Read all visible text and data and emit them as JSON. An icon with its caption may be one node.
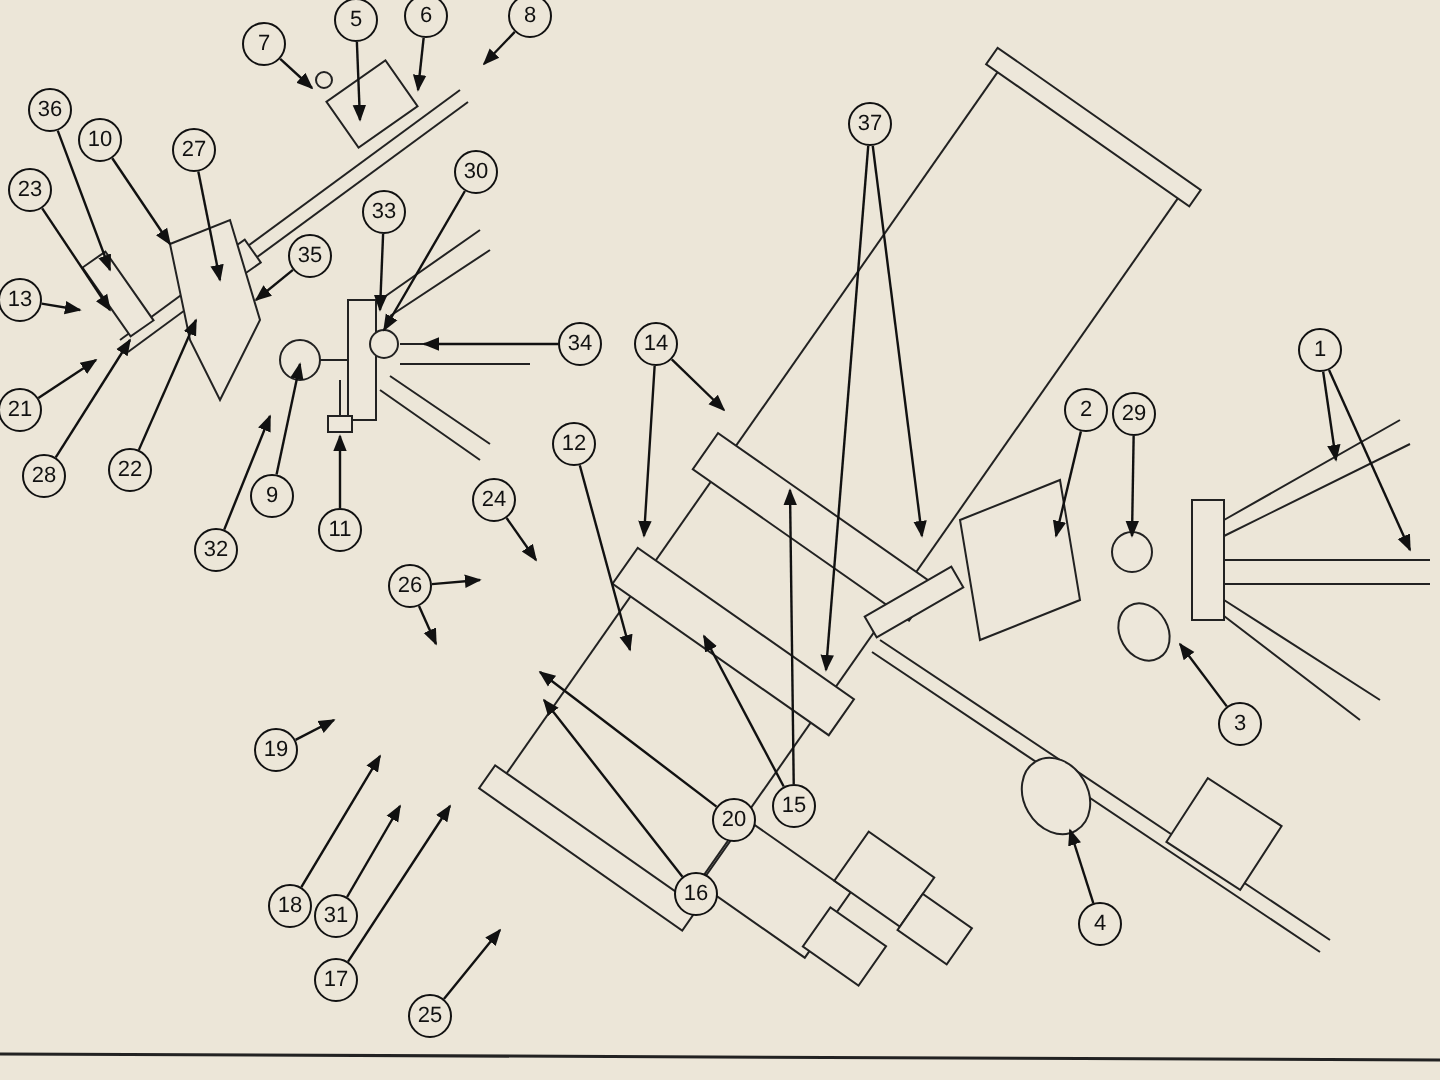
{
  "diagram": {
    "nodes": [
      {
        "text": [
          "7"
        ]
      },
      {
        "text": [
          "5"
        ]
      },
      {
        "text": [
          "6"
        ]
      },
      {
        "text": [
          "8"
        ]
      },
      {
        "text": [
          "36"
        ]
      },
      {
        "text": [
          "10"
        ]
      },
      {
        "text": [
          "27"
        ]
      },
      {
        "text": [
          "23"
        ]
      },
      {
        "text": [
          "35"
        ]
      },
      {
        "text": [
          "33"
        ]
      },
      {
        "text": [
          "30"
        ]
      },
      {
        "text": [
          "13"
        ]
      },
      {
        "text": [
          "21"
        ]
      },
      {
        "text": [
          "28"
        ]
      },
      {
        "text": [
          "22"
        ]
      },
      {
        "text": [
          "34"
        ]
      },
      {
        "text": [
          "9"
        ]
      },
      {
        "text": [
          "11"
        ]
      },
      {
        "text": [
          "32"
        ]
      },
      {
        "text": [
          "14"
        ]
      },
      {
        "text": [
          "12"
        ]
      },
      {
        "text": [
          "24"
        ]
      },
      {
        "text": [
          "26"
        ]
      },
      {
        "text": [
          "19"
        ]
      },
      {
        "text": [
          "18"
        ]
      },
      {
        "text": [
          "31"
        ]
      },
      {
        "text": [
          "17"
        ]
      },
      {
        "text": [
          "25"
        ]
      },
      {
        "text": [
          "16"
        ]
      },
      {
        "text": [
          "20"
        ]
      },
      {
        "text": [
          "15"
        ]
      },
      {
        "text": [
          "37"
        ]
      },
      {
        "text": [
          "2"
        ]
      },
      {
        "text": [
          "29"
        ]
      },
      {
        "text": [
          "1"
        ]
      },
      {
        "text": [
          "3"
        ]
      },
      {
        "text": [
          "4"
        ]
      }
    ],
    "edges": [
      {
        "from": 0,
        "to": null,
        "arrow": "to"
      },
      {
        "from": 1,
        "to": null,
        "arrow": "to"
      },
      {
        "from": 2,
        "to": null,
        "arrow": "to"
      },
      {
        "from": 3,
        "to": null,
        "arrow": "to"
      },
      {
        "from": 4,
        "to": null,
        "arrow": "to"
      },
      {
        "from": 5,
        "to": null,
        "arrow": "to"
      },
      {
        "from": 6,
        "to": null,
        "arrow": "to"
      },
      {
        "from": 7,
        "to": null,
        "arrow": "to"
      },
      {
        "from": 8,
        "to": null,
        "arrow": "to"
      },
      {
        "from": 9,
        "to": null,
        "arrow": "to"
      },
      {
        "from": 10,
        "to": null,
        "arrow": "to"
      },
      {
        "from": 11,
        "to": null,
        "arrow": "to"
      },
      {
        "from": 12,
        "to": null,
        "arrow": "to"
      },
      {
        "from": 13,
        "to": null,
        "arrow": "to"
      },
      {
        "from": 14,
        "to": null,
        "arrow": "to"
      },
      {
        "from": 15,
        "to": null,
        "arrow": "to"
      },
      {
        "from": 16,
        "to": null,
        "arrow": "to"
      },
      {
        "from": 17,
        "to": null,
        "arrow": "to"
      },
      {
        "from": 18,
        "to": null,
        "arrow": "to"
      },
      {
        "from": 19,
        "to": null,
        "arrow": "to"
      },
      {
        "from": 19,
        "to": null,
        "arrow": "to"
      },
      {
        "from": 20,
        "to": null,
        "arrow": "to"
      },
      {
        "from": 21,
        "to": null,
        "arrow": "to"
      },
      {
        "from": 22,
        "to": null,
        "arrow": "to"
      },
      {
        "from": 22,
        "to": null,
        "arrow": "to"
      },
      {
        "from": 23,
        "to": null,
        "arrow": "to"
      },
      {
        "from": 24,
        "to": null,
        "arrow": "to"
      },
      {
        "from": 25,
        "to": null,
        "arrow": "to"
      },
      {
        "from": 26,
        "to": null,
        "arrow": "to"
      },
      {
        "from": 27,
        "to": null,
        "arrow": "to"
      },
      {
        "from": 28,
        "to": null,
        "arrow": "to"
      },
      {
        "from": 29,
        "to": null,
        "arrow": "to"
      },
      {
        "from": 30,
        "to": null,
        "arrow": "to"
      },
      {
        "from": 30,
        "to": null,
        "arrow": "to"
      },
      {
        "from": 31,
        "to": null,
        "arrow": "to"
      },
      {
        "from": 31,
        "to": null,
        "arrow": "to"
      },
      {
        "from": 32,
        "to": null,
        "arrow": "to"
      },
      {
        "from": 33,
        "to": null,
        "arrow": "to"
      },
      {
        "from": 34,
        "to": null,
        "arrow": "to"
      },
      {
        "from": 34,
        "to": null,
        "arrow": "to"
      },
      {
        "from": 35,
        "to": null,
        "arrow": "to"
      },
      {
        "from": 36,
        "to": null,
        "arrow": "to"
      }
    ]
  }
}
